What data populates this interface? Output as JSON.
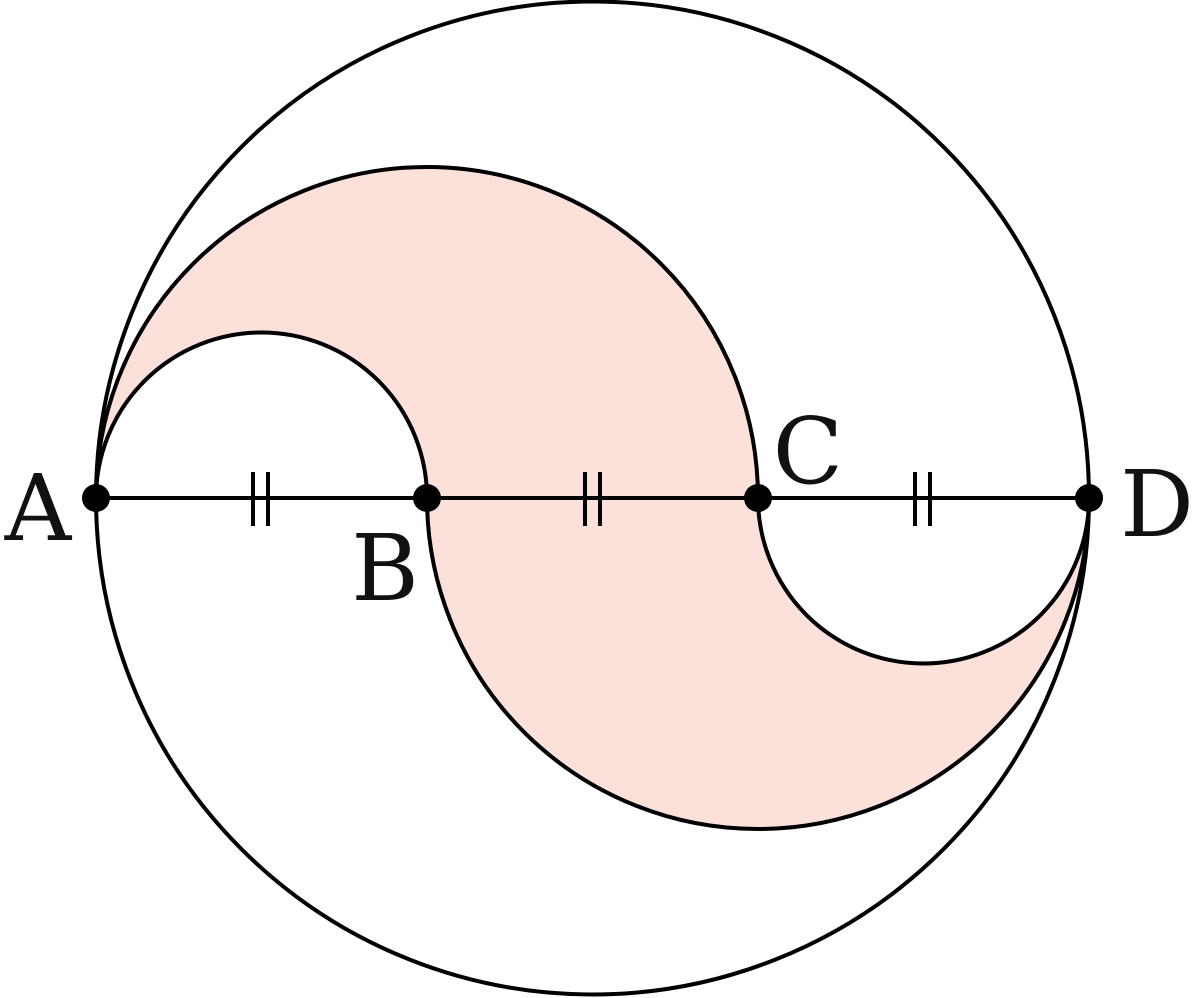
{
  "figure": {
    "points": [
      {
        "key": "A",
        "label": "A"
      },
      {
        "key": "B",
        "label": "B"
      },
      {
        "key": "C",
        "label": "C"
      },
      {
        "key": "D",
        "label": "D"
      }
    ],
    "equal_segment_marks": [
      "AB",
      "BC",
      "CD"
    ],
    "colors": {
      "shaded_region": "#fce0da",
      "stroke": "#000000",
      "point": "#000000"
    }
  }
}
